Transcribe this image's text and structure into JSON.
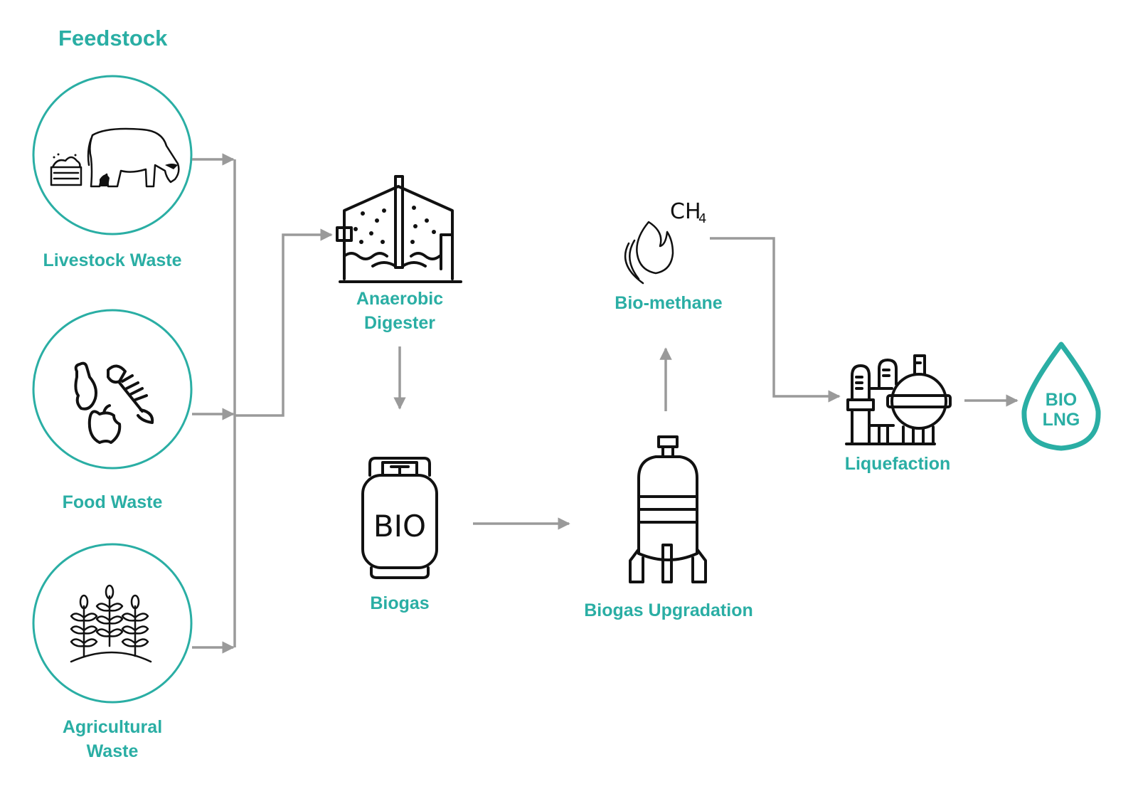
{
  "title": "Feedstock",
  "colors": {
    "accent": "#2aaea4",
    "connector": "#9a9a9a",
    "icon": "#111111"
  },
  "feedstock": [
    {
      "label": "Livestock Waste",
      "icon": "cow-and-manure-icon"
    },
    {
      "label": "Food Waste",
      "icon": "food-scraps-icon"
    },
    {
      "label": "Agricultural",
      "label2": "Waste",
      "icon": "crops-icon"
    }
  ],
  "stages": {
    "digester": {
      "line1": "Anaerobic",
      "line2": "Digester",
      "icon": "anaerobic-digester-icon"
    },
    "biogas": {
      "label": "Biogas",
      "icon_text": "BIO",
      "icon": "gas-cylinder-icon"
    },
    "upgradation": {
      "label": "Biogas Upgradation",
      "icon": "upgrading-tank-icon"
    },
    "biomethane": {
      "label": "Bio-methane",
      "formula": "CH",
      "formula_sub": "4",
      "icon": "flame-icon"
    },
    "liquefaction": {
      "label": "Liquefaction",
      "icon": "liquefaction-plant-icon"
    },
    "product": {
      "line1": "BIO",
      "line2": "LNG",
      "icon": "droplet-icon"
    }
  },
  "flow": [
    "Livestock Waste -> Anaerobic Digester",
    "Food Waste -> Anaerobic Digester",
    "Agricultural Waste -> Anaerobic Digester",
    "Anaerobic Digester -> Biogas",
    "Biogas -> Biogas Upgradation",
    "Biogas Upgradation -> Bio-methane",
    "Bio-methane -> Liquefaction",
    "Liquefaction -> BIO LNG"
  ]
}
